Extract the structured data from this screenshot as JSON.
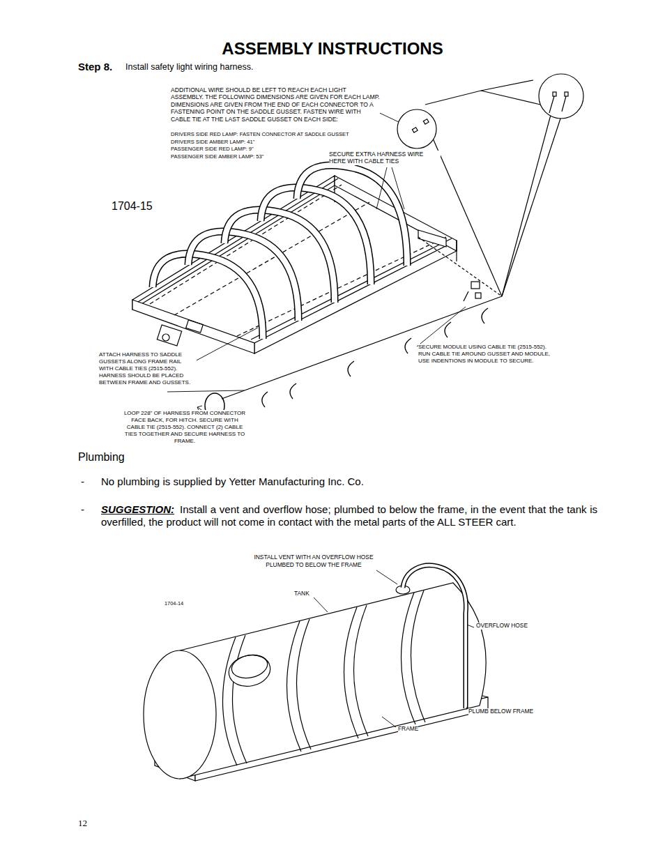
{
  "diagram": {
    "title": "ASSEMBLY INSTRUCTIONS",
    "labels": [
      "Step 8.",
      "Install safety light wiring harness.",
      "ADDITIONAL WIRE SHOULD BE LEFT TO REACH EACH LIGHT ASSEMBLY. THE FOLLOWING DIMENSIONS ARE GIVEN FOR EACH LAMP. DIMENSIONS ARE GIVEN FROM THE END OF EACH CONNECTOR TO A FASTENING POINT ON THE SADDLE GUSSET. FASTEN WIRE WITH CABLE TIE AT THE LAST SADDLE GUSSET ON EACH SIDE:",
      "DRIVERS SIDE RED LAMP: FASTEN CONNECTOR AT SADDLE GUSSET",
      "DRIVERS SIDE AMBER LAMP: 41\"",
      "PASSENGER SIDE RED LAMP: 9\"",
      "PASSENGER SIDE AMBER LAMP: 53\"",
      "SECURE EXTRA HARNESS WIRE HERE WITH CABLE TIES",
      "1704-15",
      "ATTACH HARNESS TO SADDLE GUSSETS ALONG FRAME RAIL WITH CABLE TIES (2515-552). HARNESS SHOULD BE PLACED BETWEEN FRAME AND GUSSETS.",
      "SECURE MODULE USING CABLE TIE (2515-552). RUN CABLE TIE AROUND GUSSET AND MODULE, USE INDENTIONS IN MODULE TO SECURE.",
      "LOOP 228\" OF HARNESS FROM CONNECTOR FACE BACK, FOR HITCH. SECURE WITH CABLE TIE (2515-552). CONNECT (2) CABLE TIES TOGETHER AND SECURE HARNESS TO FRAME.",
      "Plumbing",
      "-",
      "No plumbing is supplied by Yetter Manufacturing Inc. Co.",
      "-",
      "SUGGESTION:",
      "Install a vent and overflow hose; plumbed to below the frame, in the event that the tank is overfilled, the product will not come in contact with the metal parts of the ALL STEER cart.",
      "INSTALL VENT WITH AN OVERFLOW HOSE PLUMBED TO BELOW THE FRAME",
      "TANK",
      "1704-14",
      "OVERFLOW HOSE",
      "PLUMB BELOW FRAME",
      "FRAME",
      "12"
    ]
  }
}
